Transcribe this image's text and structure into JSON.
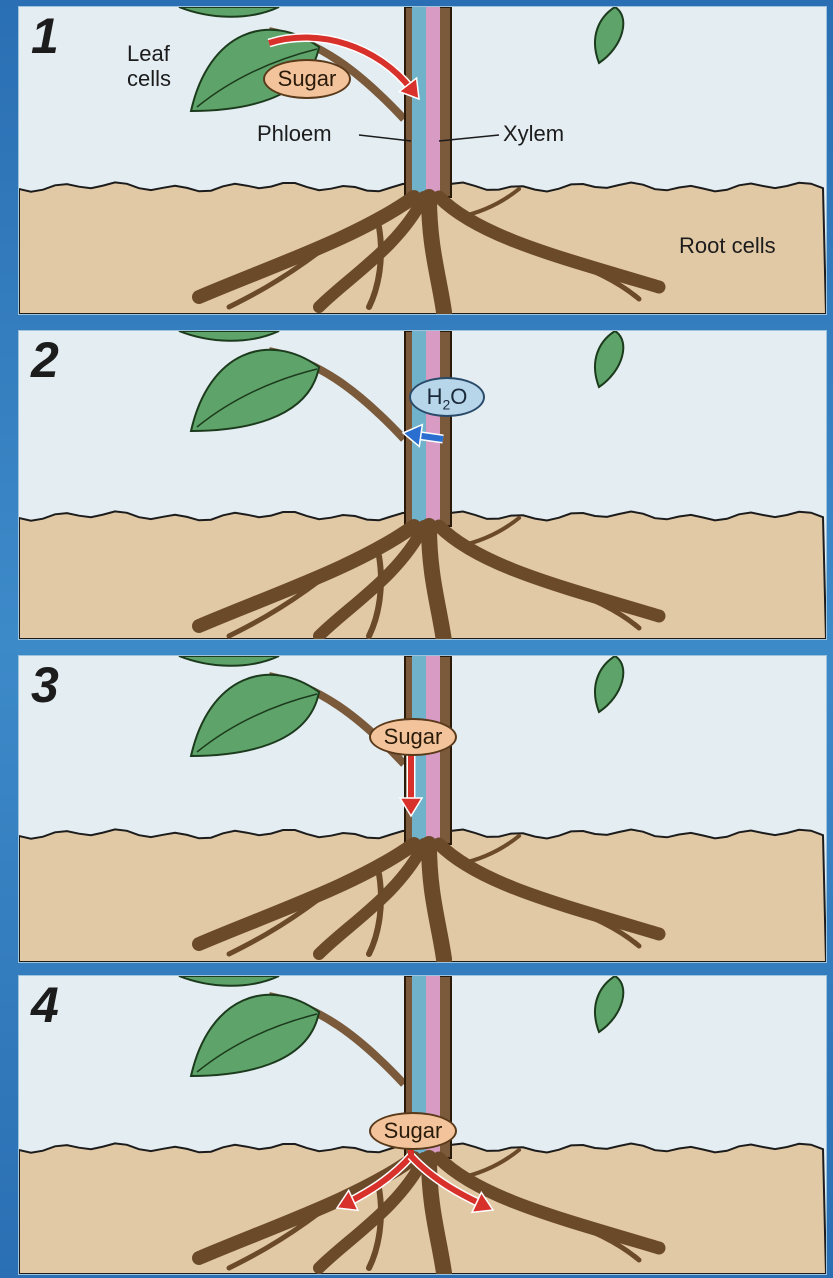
{
  "panels": [
    {
      "number": "1",
      "labels": {
        "leaf_cells_line1": "Leaf",
        "leaf_cells_line2": "cells",
        "sugar": "Sugar",
        "phloem": "Phloem",
        "xylem": "Xylem",
        "root_cells": "Root cells"
      }
    },
    {
      "number": "2",
      "labels": {
        "water_h": "H",
        "water_2": "2",
        "water_o": "O"
      }
    },
    {
      "number": "3",
      "labels": {
        "sugar": "Sugar"
      }
    },
    {
      "number": "4",
      "labels": {
        "sugar": "Sugar"
      }
    }
  ],
  "colors": {
    "sky": "#e3edf2",
    "soil": "#e2c9a6",
    "stem": "#7a5a3a",
    "phloem": "#6fb2c9",
    "xylem": "#d79bc4",
    "leaf": "#5ea36a",
    "sugar_arrow": "#d8302a",
    "water_arrow": "#2a6fcf"
  }
}
